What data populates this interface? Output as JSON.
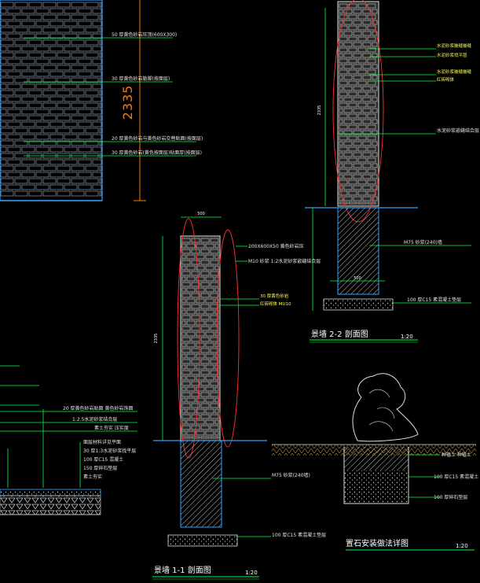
{
  "drawing": {
    "dimension_big": "2335",
    "elevation_labels": [
      "50 厚黄色砂岩压顶(600X300)",
      "30 厚黄色砂岩勒脚(按面层)",
      "20 厚黄色砂岩与黄色砂岩交替贴面(按面层)",
      "30 厚黄色砂岩(黄色按面层)贴面厚(按面层)"
    ],
    "section_1_1": {
      "title": "景墙 1-1 剖面图",
      "scale": "1:20",
      "dim_top": "500",
      "dim_side": "2335",
      "labels": [
        "200X600X50 黄色砂岩压",
        "M10 砂浆 1:2水泥砂浆嵌缝结合层",
        "30 厚黄色砂岩",
        "红砖砌体 MU10",
        "M75 砂浆(240墙)",
        "100 厚C15 素混凝土垫层"
      ]
    },
    "section_2_2": {
      "title": "景墙 2-2 剖面图",
      "scale": "1:20",
      "dim_side": "2335",
      "dim_bottom": "500",
      "labels": [
        "水泥砂浆嵌缝嵌缝",
        "水泥砂浆找平层",
        "水泥砂浆嵌缝嵌缝",
        "红砖砌体",
        "水泥砂浆嵌缝结合层",
        "M75 砂浆(240)墙",
        "100 厚C15 素混凝土垫层"
      ]
    },
    "stone_detail": {
      "title": "置石安装做法详图",
      "scale": "1:20",
      "labels": [
        "种植土 种植土",
        "100 厚C15 素混凝土",
        "100 厚碎石垫层"
      ]
    },
    "left_detail": {
      "labels": [
        "20 厚黄色砂岩贴面 黄色砂岩饰面",
        "1:2.5水泥砂浆结合层",
        "素土夯实 压实度",
        "面层材料详见平面",
        "30 厚1:3水泥砂浆找平层",
        "100 厚C15 混凝土",
        "150 厚碎石垫层",
        "素土夯实"
      ]
    }
  }
}
